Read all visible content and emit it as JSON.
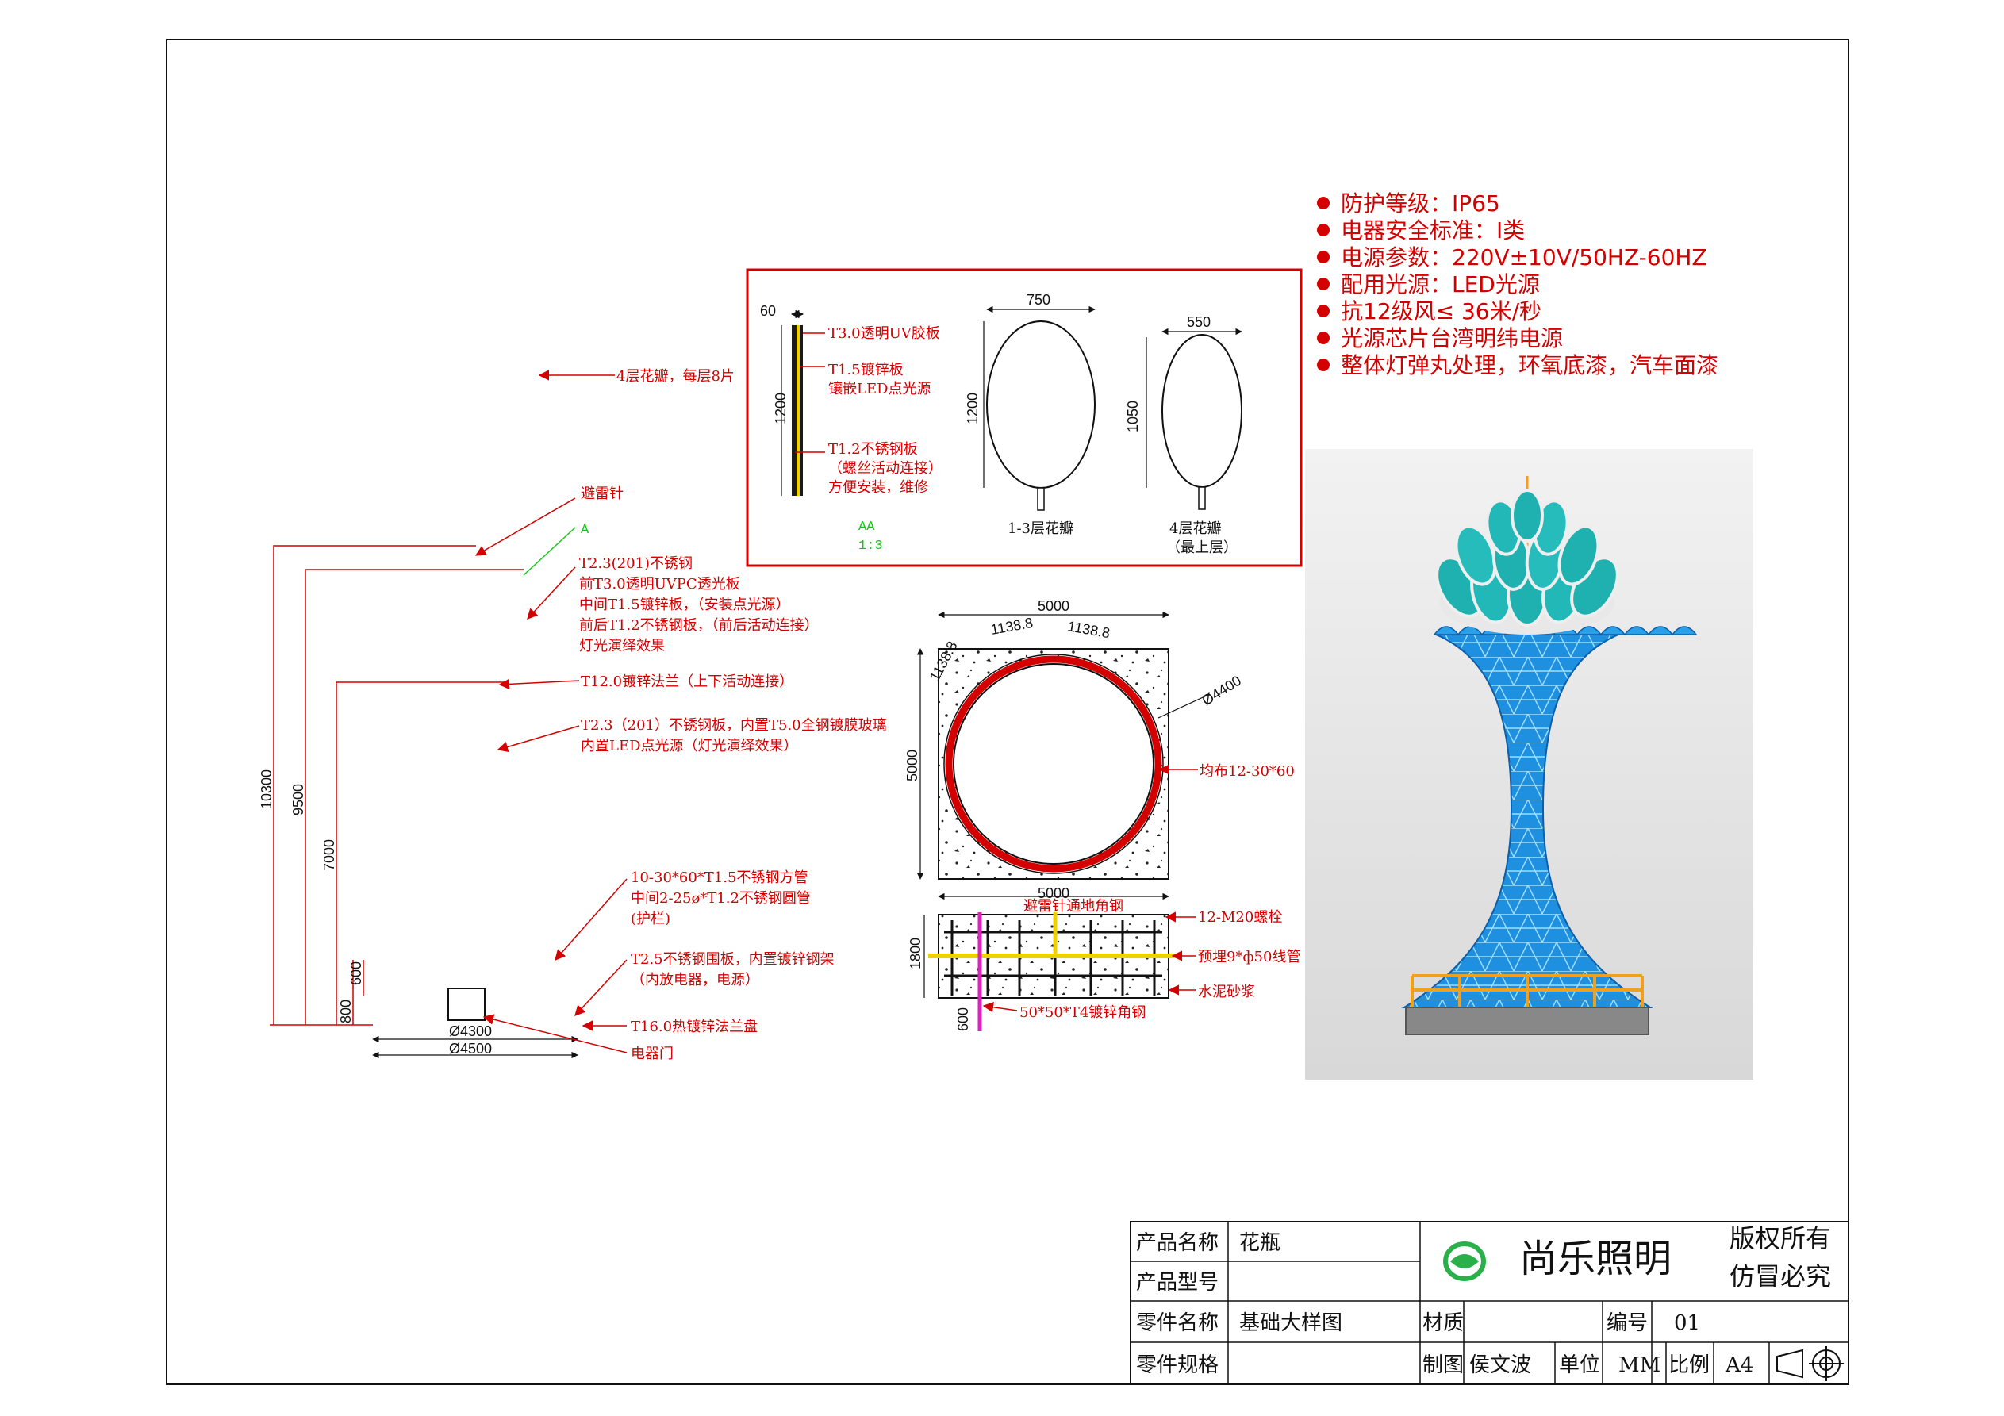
{
  "specs": [
    "防护等级：IP65",
    "电器安全标准：I类",
    "电源参数：220V±10V/50HZ-60HZ",
    "配用光源：LED光源",
    "抗12级风≤ 36米/秒",
    "光源芯片台湾明纬电源",
    "整体灯弹丸处理，环氧底漆，汽车面漆"
  ],
  "colors": {
    "annotation": "#d40000",
    "accent_green": "#18c418",
    "vase_blue": "#1f8fe0",
    "lotus_teal": "#1fb0b0",
    "rail": "#f0a020"
  },
  "callouts": {
    "petals": "4层花瓣，每层8片",
    "lightning_rod": "避雷针",
    "section_a": "A",
    "shell_1": "T2.3(201)不锈钢",
    "shell_2": "前T3.0透明UVPC透光板",
    "shell_3": "中间T1.5镀锌板，（安装点光源）",
    "shell_4": "前后T1.2不锈钢板，（前后活动连接）",
    "shell_5": "灯光演绎效果",
    "flange_mid": "T12.0镀锌法兰（上下活动连接）",
    "body_1": "T2.3（201）不锈钢板，内置T5.0全钢镀膜玻璃",
    "body_2": "内置LED点光源（灯光演绎效果）",
    "rail_1": "10-30*60*T1.5不锈钢方管",
    "rail_2": "中间2-25ø*T1.2不锈钢圆管",
    "rail_3": "(护栏)",
    "base_1": "T2.5不锈钢围板，内置镀锌钢架",
    "base_2": "（内放电器，电源）",
    "flange_base": "T16.0热镀锌法兰盘",
    "door": "电器门"
  },
  "elevation_dims": {
    "h1": "10300",
    "h2": "9500",
    "h3": "7000",
    "h4": "800",
    "h5": "600",
    "d1": "Ø4300",
    "d2": "Ø4500"
  },
  "detail_box": {
    "t60": "60",
    "uv": "T3.0透明UV胶板",
    "zinc_1": "T1.5镀锌板",
    "zinc_2": "镶嵌LED点光源",
    "ss_1": "T1.2不锈钢板",
    "ss_2": "（螺丝活动连接）",
    "ss_3": "方便安装，维修",
    "h1200": "1200",
    "aa": "AA",
    "aa_scale": "1:3",
    "w750": "750",
    "h1200b": "1200",
    "petal13": "1-3层花瓣",
    "w550": "550",
    "h1050": "1050",
    "petal4_1": "4层花瓣",
    "petal4_2": "（最上层）"
  },
  "plan": {
    "w5000": "5000",
    "h5000": "5000",
    "a1": "1138.8",
    "a2": "1138.8",
    "a3": "1138.8",
    "dia": "Ø4400",
    "bolts": "均布12-30*60"
  },
  "section": {
    "w5000": "5000",
    "rod": "避雷针通地角钢",
    "bolt": "12-M20螺栓",
    "pipe": "预埋9*ф50线管",
    "mortar": "水泥砂浆",
    "angle": "50*50*T4镀锌角钢",
    "h1800": "1800",
    "h600": "600"
  },
  "title_block": {
    "product_name_label": "产品名称",
    "product_name": "花瓶",
    "product_model_label": "产品型号",
    "product_model": "",
    "part_name_label": "零件名称",
    "part_name": "基础大样图",
    "part_spec_label": "零件规格",
    "part_spec": "",
    "company": "尚乐照明",
    "copyright_1": "版权所有",
    "copyright_2": "仿冒必究",
    "material_label": "材质",
    "material": "",
    "number_label": "编号",
    "number": "01",
    "drawn_label": "制图",
    "drawn": "侯文波",
    "unit_label": "单位",
    "unit": "MM",
    "scale_label": "比例",
    "scale": "A4"
  }
}
